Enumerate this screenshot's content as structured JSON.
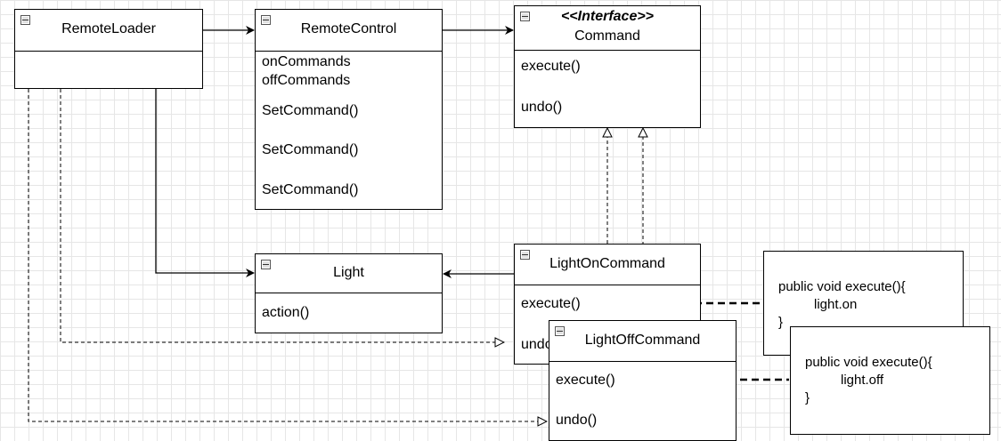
{
  "classes": {
    "remote_loader": {
      "name": "RemoteLoader"
    },
    "remote_control": {
      "name": "RemoteControl",
      "attributes": [
        "onCommands",
        "offCommands"
      ],
      "methods": [
        "SetCommand()",
        "SetCommand()",
        "SetCommand()"
      ]
    },
    "command": {
      "stereotype": "<<Interface>>",
      "name": "Command",
      "methods": [
        "execute()",
        "undo()"
      ]
    },
    "light": {
      "name": "Light",
      "methods": [
        "action()"
      ]
    },
    "light_on_command": {
      "name": "LightOnCommand",
      "methods": [
        "execute()",
        "undo()"
      ]
    },
    "light_off_command": {
      "name": "LightOffCommand",
      "methods": [
        "execute()",
        "undo()"
      ]
    }
  },
  "notes": {
    "on_note": {
      "lines": [
        "public void execute(){",
        "light.on",
        "}"
      ]
    },
    "off_note": {
      "lines": [
        "public void execute(){",
        "light.off",
        "}"
      ]
    }
  }
}
